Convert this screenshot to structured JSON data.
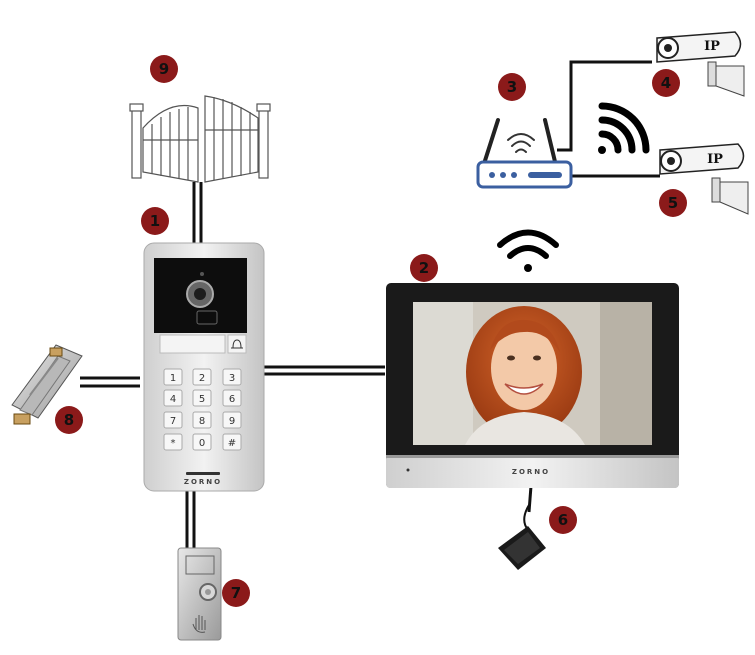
{
  "diagram": {
    "badges": [
      "1",
      "2",
      "3",
      "4",
      "5",
      "6",
      "7",
      "8",
      "9"
    ],
    "colors": {
      "badge_fill": "#8b1a1a",
      "wire": "#111111",
      "panel_silver": "#d9d9d9",
      "router_blue": "#3b5fa0"
    },
    "components": {
      "door_station": {
        "brand": "ZORNO",
        "keys": [
          "1",
          "2",
          "3",
          "4",
          "5",
          "6",
          "7",
          "8",
          "9",
          "*",
          "0",
          "#"
        ],
        "icon": "bell-icon"
      },
      "monitor": {
        "brand": "ZORNO",
        "screen": "smiling-woman-video-feed"
      },
      "router": {
        "icon": "router-icon"
      },
      "camera_1": {
        "label": "IP"
      },
      "camera_2": {
        "label": "IP"
      },
      "gate": {
        "icon": "gate-icon"
      },
      "electric_strike": {
        "icon": "electric-strike-icon"
      },
      "exit_button": {
        "icon": "exit-button-icon"
      },
      "power_adapter": {
        "icon": "power-adapter-icon"
      },
      "wifi_icons": [
        "wifi-icon",
        "wifi-signal-icon"
      ]
    }
  }
}
